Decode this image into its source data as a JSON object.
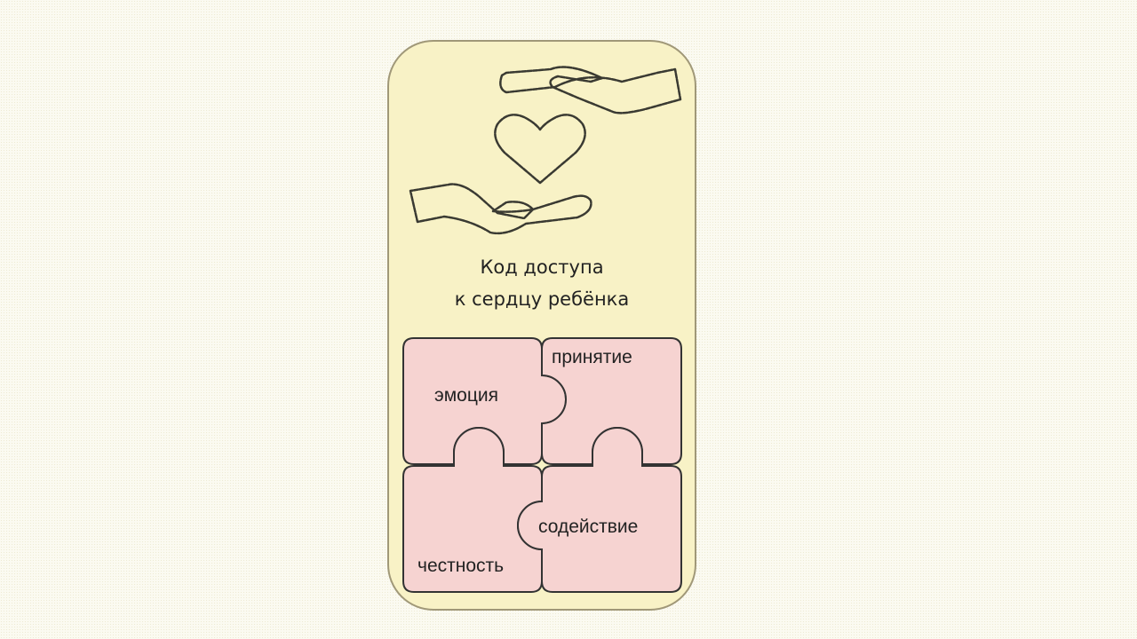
{
  "title": {
    "line1": "Код доступа",
    "line2": "к сердцу ребёнка"
  },
  "puzzle": {
    "pieces": [
      {
        "label": "эмоция"
      },
      {
        "label": "принятие"
      },
      {
        "label": "честность"
      },
      {
        "label": "содействие"
      }
    ]
  },
  "colors": {
    "card": "#f8f2c6",
    "piece": "#f6d3d1",
    "outline": "#333333"
  },
  "icons": [
    "hand-top-icon",
    "heart-icon",
    "hand-bottom-icon"
  ]
}
